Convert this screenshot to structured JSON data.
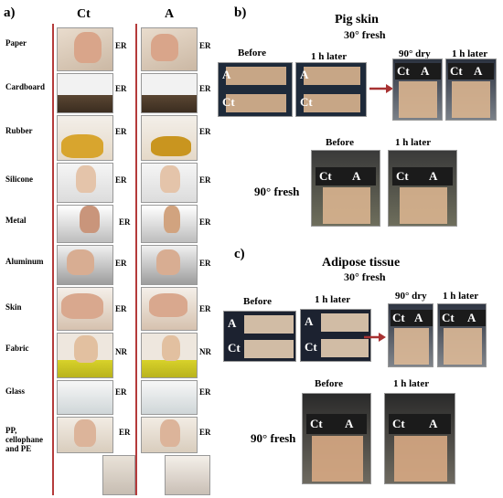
{
  "panel_a": {
    "letter": "a)",
    "col_ct": "Ct",
    "col_a": "A",
    "materials": [
      {
        "name": "Paper",
        "ct": "ER",
        "a": "ER"
      },
      {
        "name": "Cardboard",
        "ct": "ER",
        "a": "ER"
      },
      {
        "name": "Rubber",
        "ct": "ER",
        "a": "ER"
      },
      {
        "name": "Silicone",
        "ct": "ER",
        "a": "ER"
      },
      {
        "name": "Metal",
        "ct": "ER",
        "a": "ER"
      },
      {
        "name": "Aluminum",
        "ct": "ER",
        "a": "ER"
      },
      {
        "name": "Skin",
        "ct": "ER",
        "a": "ER"
      },
      {
        "name": "Fabric",
        "ct": "NR",
        "a": "NR"
      },
      {
        "name": "Glass",
        "ct": "ER",
        "a": "ER"
      },
      {
        "name": "PP, cellophane and PE",
        "ct": "ER",
        "a": "ER"
      }
    ]
  },
  "panel_b": {
    "letter": "b)",
    "title": "Pig skin",
    "subtitle": "30° fresh",
    "before": "Before",
    "later": "1 h later",
    "dry": "90° dry",
    "later2": "1 h later",
    "fresh90": "90° fresh",
    "before2": "Before",
    "later3": "1 h later"
  },
  "panel_c": {
    "letter": "c)",
    "title": "Adipose tissue",
    "subtitle": "30° fresh",
    "before": "Before",
    "later": "1 h later",
    "dry": "90° dry",
    "later2": "1 h later",
    "fresh90": "90° fresh",
    "before2": "Before",
    "later3": "1 h later"
  },
  "sample_tags": {
    "a": "A",
    "ct": "Ct"
  }
}
